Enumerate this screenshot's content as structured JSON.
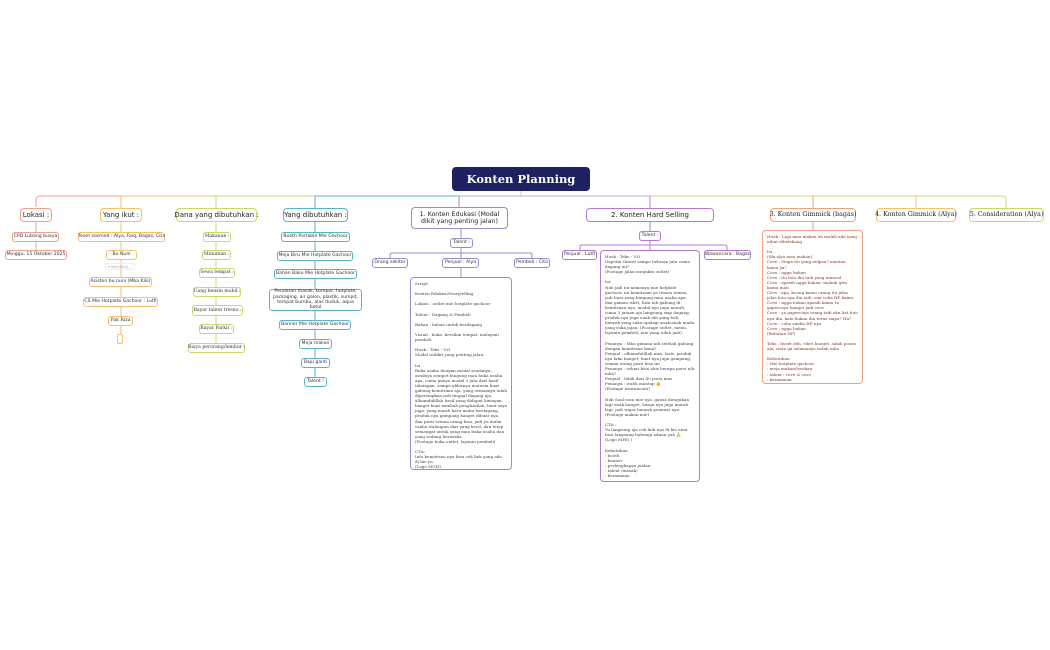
{
  "title": "Konten Planning",
  "colors": {
    "title_bg": "#1e2160",
    "lokasi": "#f0a090",
    "yang_ikut": "#f5c070",
    "dana": "#c8d870",
    "yang_dibutuhkan": "#5ab4c8",
    "edukasi": "#9a8cd0",
    "hard_selling": "#b57ad0",
    "gimmick_bagas": "#f0a080",
    "gimmick_alya": "#f5c070",
    "consideration": "#c8d870"
  },
  "lokasi": {
    "label": "Lokasi :",
    "items": [
      "CPD Lubang buaya",
      "Minggu, 15 Oktober 2025"
    ]
  },
  "yang_ikut": {
    "label": "Yang ikut :",
    "items": [
      "Team sosmed : Alya, Faiq, Bagas, Cita",
      "Bu Nuni",
      "Asisten bu nuni (Mba Kiki)",
      "CS Mie Hotplate Gachoor : Lutfi",
      "Pak Riza",
      ""
    ],
    "note": "melayani&..."
  },
  "dana": {
    "label": "Dana yang dibutuhkan :",
    "items": [
      "Makanan :",
      "Minuman :",
      "Sewa tempat :",
      "Uang bensin mobil :",
      "Bayar talent tresno :",
      "Bayar Parkir :",
      "Biaya perorang/lembur :"
    ]
  },
  "yang_dibutuhkan": {
    "label": "Yang dibutuhkan :",
    "items": [
      "Booth Portable Mie Gachoor",
      "Meja Biru Mie Hotplate Gachoor",
      "Bahan Baku Mie Hotplate Gachoor",
      "Peralatan masak, kompor, hotplate, packaging, air galon, plastik, sumpit, tempat bumbu, alas duduk, aqua botol",
      "Banner Mie Hotplate Gachoor",
      "Meja makan",
      "Baju ganti",
      "Talent !"
    ]
  },
  "edukasi": {
    "label": "1. Konten Edukasi (Modal dikit yang penting jalan)",
    "talent": "Talent :",
    "children": [
      "Orang sekitar",
      "Penjual : Alya",
      "Pembeli : Cita"
    ],
    "script": "Script\n\nKonten Edukasi/Storytelling\n\nLokasi : outlet mie hotplate gachoor\n\nTalent : Dagang & Pembeli\n\nBahan : bahan untuk berdagang\n\nVisual : buka, bersihin tempat, melayani pembeli\n\nHook : Teks - V.O\nModal sedikit yang penting jalan.\n\nIsi :\nBuka usaha dengan modal seadanya, awalnya sempet bingung mau buka usaha apa, cuma punya modal 3 juta dari hasil tabungan, sampe akhirnya mutusin buat gabung kemitraan aja, yang semuanya udah dipersiapkan jadi tinggal dagang aja. alhamdulillah hasil yang didapat lumayan banget buat nambah penghasilan, buat saya juga, yang masih baru mulai berdagang, produk nya gampang banget dibuat nya, dan pasti semua orang bisa, jadi yu mulai usaha walaupun dari yang kecil, dan tetap semangat untuk yang mau buka usaha dan yang sedang berusaha.\n(Footage buka outlet, layanin pembeli)\n\nCTA:\nInfo kemitraan nya bisa cek link yang ada di bio ya.\n(Logo MGH)"
  },
  "hard_selling": {
    "label": "2. Konten Hard Selling",
    "talent": "Talent :",
    "children": [
      "Penjual : Lutfi",
      "Wawancara : Bagas"
    ],
    "script": "Hook : Teks - V.O\nDapetin Omset sampe belasan juta cuma dagang ini?\n(Footage jalan nunjukin outlet)\n\nIsi:\nNah jadi ini namanya mie hotplate gachoor, ini kemitraan ya temen temen, jadi buat yang bingung mau usaha apa, dan gamau ribet, bisa nih gabung di kemitraan nya, modal nya juga murah, cuma 3 jutaan aja langsung siap dagang, produk nya juga enak nih yang beli, banyak yang suka apalagi anak-anak muda yang suka jajan. (Footage outlet, menu, layanin pembeli, mie yang udah jadi)\n\nPenanya : Mba gimana nih setelah gabung dengan kemitraan kami?\nPenjual : alhamdulillah mas, laris, produk nya laku banget, buat nya juga gampang, semua orang pasti bisa ini\nPenanya : sehari bisa abis berapa porsi nih mba?\nPenjual : lebih dari 40 porsi mas\nPenanya : wahh mantap 👍\n(Footage wawancara)\n\nNah Soal rasa mie nya, gausa diragukan lagi enak banget, harga nya juga murah lagi, jadi wajar banyak peminat nya.\n(Footage makan mie)\n\nCTA :\nYu langsung aja cek link nya di bio atau bisa langsung hubungi admin yah 🙏\n(Logo MHG )\n\nKebutuhan\n: booth\n: banner\n: perlengkapan jualan\n: talent (masak)\n: keramaian"
  },
  "gimmick_bagas": {
    "label": "3. Konten Gimmick (bagas)",
    "script": "Hook : Lagi mau makan eh malah ada yang nibut dibelakang\n\nIsi :\n(Sfx alya mau makan)\nCeve : Siapa itu yang nelpon? mantan kamu ya?\nCovo : ngga bukan\nCeve : itu foto dia tadi yang muncul\nCovo : apasih ngga bukan, mukuh gitu kamu mah\nCeve : apa, boong kamu orang itu jelas jelas foto nya dia tadi, sini coba HP kamu.\nCovo : ngga bukan apasih kamu tu gapercaya banget jadi ceve\nCeve : ya gapercaya orang tadi aku liat foto nya dia, kalo bukan dia terus siapa? Ha?\nCeve : coba sindin HP nya\nCovo : ngga bukan\n(Rebutan HP)\n\nTeks : buset deh, ribet banget, salah posisi aja, cinta ga selamanya indah mba\n\nKebutuhan\n: Mie hotplate gachoor\n: meja makan/lesehan\n: talent : ceve & covo\n: keramaian"
  },
  "gimmick_alya": {
    "label": "4. Konten Gimmick (Alya)"
  },
  "consideration": {
    "label": "5. Consideration (Alya)"
  }
}
